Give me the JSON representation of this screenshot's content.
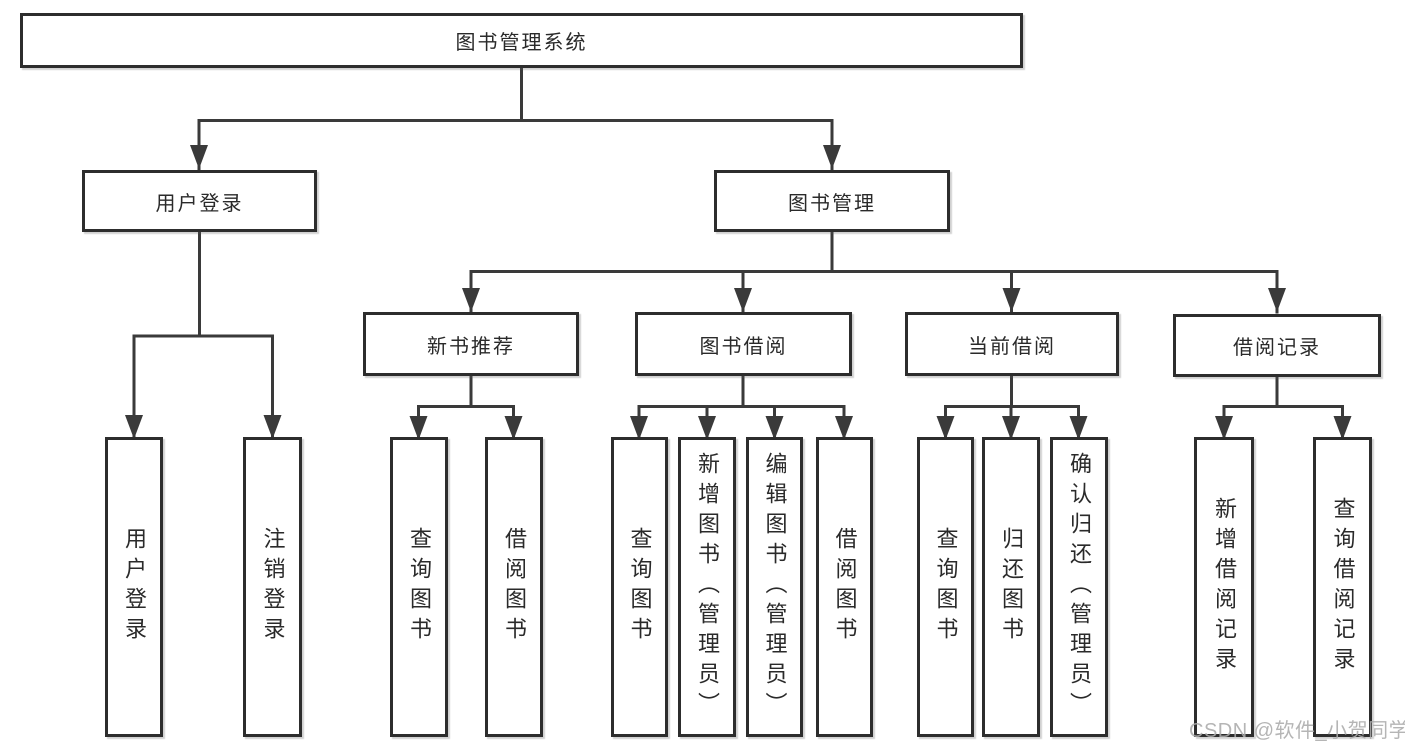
{
  "colors": {
    "line": "#3a3a3a",
    "box_border": "#2d2d2d",
    "text": "#2a2a2a",
    "watermark": "#ababab"
  },
  "watermark": "CSDN @软件_小贺同学",
  "tree": {
    "label": "图书管理系统",
    "children": [
      {
        "label": "用户登录",
        "children": [
          {
            "label": "用户登录"
          },
          {
            "label": "注销登录"
          }
        ]
      },
      {
        "label": "图书管理",
        "children": [
          {
            "label": "新书推荐",
            "children": [
              {
                "label": "查询图书"
              },
              {
                "label": "借阅图书"
              }
            ]
          },
          {
            "label": "图书借阅",
            "children": [
              {
                "label": "查询图书"
              },
              {
                "label": "新增图书（管理员）"
              },
              {
                "label": "编辑图书（管理员）"
              },
              {
                "label": "借阅图书"
              }
            ]
          },
          {
            "label": "当前借阅",
            "children": [
              {
                "label": "查询图书"
              },
              {
                "label": "归还图书"
              },
              {
                "label": "确认归还（管理员）"
              }
            ]
          },
          {
            "label": "借阅记录",
            "children": [
              {
                "label": "新增借阅记录"
              },
              {
                "label": "查询借阅记录"
              }
            ]
          }
        ]
      }
    ]
  }
}
